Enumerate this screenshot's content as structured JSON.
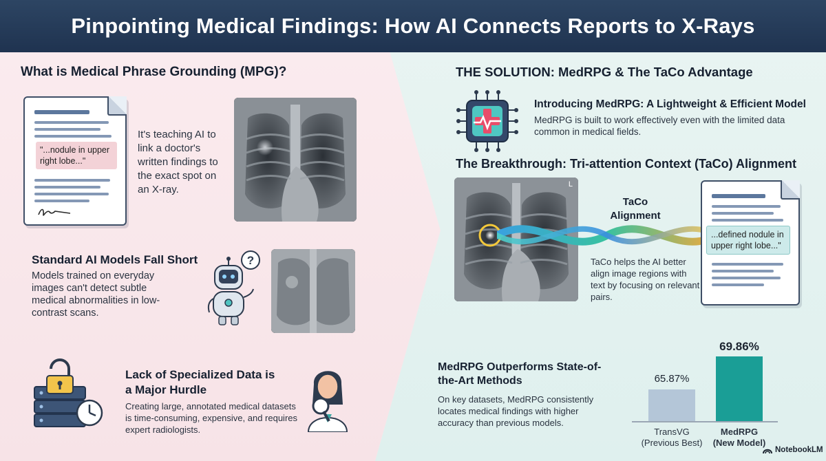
{
  "header": {
    "title": "Pinpointing Medical Findings: How AI Connects Reports to X-Rays"
  },
  "left": {
    "mpg": {
      "title": "What is Medical Phrase Grounding (MPG)?",
      "quote": "\"...nodule in upper right lobe...\"",
      "description": "It's teaching AI to link a doctor's written findings to the exact spot on an X-ray."
    },
    "standard": {
      "title": "Standard AI Models Fall Short",
      "description": "Models trained on everyday images can't detect subtle medical abnormalities in low-contrast scans.",
      "bubble": "?"
    },
    "data": {
      "title": "Lack of Specialized Data is a Major Hurdle",
      "description": "Creating large, annotated medical datasets is time-consuming, expensive, and requires expert radiologists."
    }
  },
  "right": {
    "solution": {
      "title": "THE SOLUTION: MedRPG & The TaCo Advantage"
    },
    "intro": {
      "title": "Introducing MedRPG: A Lightweight & Efficient Model",
      "description": "MedRPG is built to work effectively even with the limited data common in medical fields."
    },
    "breakthrough": {
      "title": "The Breakthrough: Tri-attention Context (TaCo) Alignment",
      "xray_marker": "L",
      "taco_label": "TaCo Alignment",
      "quote": "...defined nodule in upper right lobe...\"",
      "description": "TaCo helps the AI better align image regions with text by focusing on relevant pairs."
    },
    "results": {
      "title": "MedRPG Outperforms State-of-the-Art Methods",
      "description": "On key datasets, MedRPG consistently locates medical findings with higher accuracy than previous models."
    }
  },
  "chart_data": {
    "type": "bar",
    "categories": [
      "TransVG (Previous Best)",
      "MedRPG (New Model)"
    ],
    "values": [
      65.87,
      69.86
    ],
    "value_labels": [
      "65.87%",
      "69.86%"
    ],
    "category_lines": [
      [
        "TransVG",
        "(Previous Best)"
      ],
      [
        "MedRPG",
        "(New Model)"
      ]
    ],
    "colors": [
      "#b4c6d8",
      "#1a9e96"
    ],
    "ylim": [
      62,
      71
    ]
  },
  "footer": {
    "brand": "NotebookLM"
  }
}
